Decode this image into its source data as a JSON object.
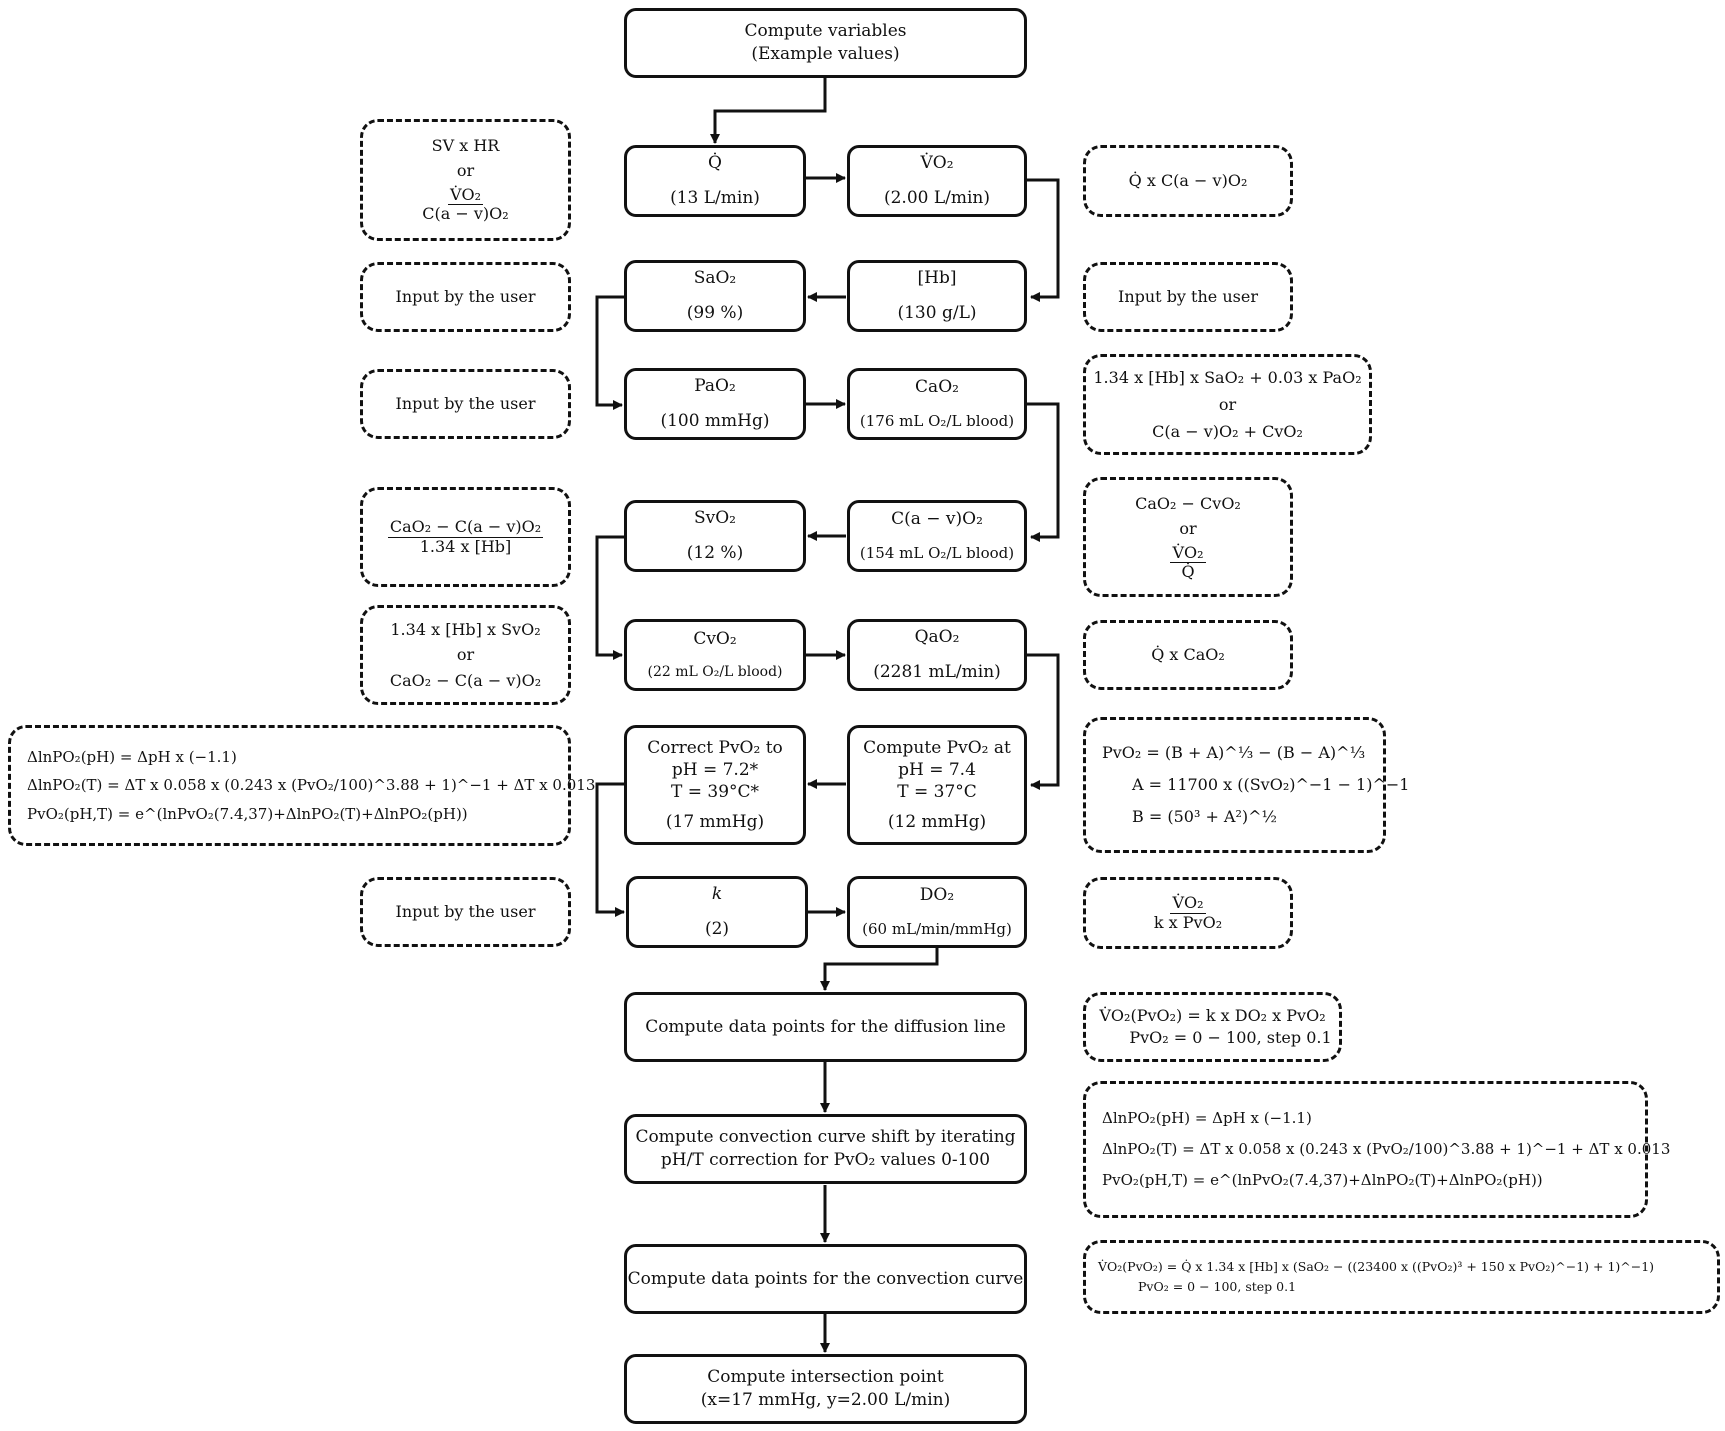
{
  "process": {
    "start": {
      "line1": "Compute variables",
      "line2": "(Example values)"
    },
    "q": {
      "name": "Q̇",
      "value": "(13 L/min)"
    },
    "vo2": {
      "name": "V̇O₂",
      "value": "(2.00 L/min)"
    },
    "sao2": {
      "name": "SaO₂",
      "value": "(99 %)"
    },
    "hb": {
      "name": "[Hb]",
      "value": "(130 g/L)"
    },
    "pao2": {
      "name": "PaO₂",
      "value": "(100 mmHg)"
    },
    "cao2": {
      "name": "CaO₂",
      "value": "(176 mL O₂/L blood)"
    },
    "svo2": {
      "name": "SvO₂",
      "value": "(12 %)"
    },
    "cav": {
      "name": "C(a − v)O₂",
      "value": "(154 mL O₂/L blood)"
    },
    "cvo2": {
      "name": "CvO₂",
      "value": "(22 mL O₂/L blood)"
    },
    "qao2": {
      "name": "QaO₂",
      "value": "(2281 mL/min)"
    },
    "correct": {
      "l1": "Correct PvO₂ to",
      "l2": "pH = 7.2*",
      "l3": "T = 39°C*",
      "value": "(17 mmHg)"
    },
    "compute_pvo2": {
      "l1": "Compute PvO₂ at",
      "l2": "pH = 7.4",
      "l3": "T = 37°C",
      "value": "(12 mmHg)"
    },
    "k": {
      "name": "k",
      "value": "(2)"
    },
    "do2": {
      "name": "DO₂",
      "value": "(60 mL/min/mmHg)"
    },
    "diffusion": {
      "text": "Compute data points for the diffusion line"
    },
    "shift": {
      "line1": "Compute convection curve shift by iterating",
      "line2": "pH/T correction for PvO₂ values 0-100"
    },
    "convection": {
      "text": "Compute data points for the convection curve"
    },
    "intersection": {
      "line1": "Compute intersection point",
      "line2": "(x=17 mmHg, y=2.00 L/min)"
    }
  },
  "formulas": {
    "q_formula": {
      "l1": "SV x HR",
      "or": "or",
      "num": "V̇O₂",
      "den": "C(a − v)O₂"
    },
    "vo2_formula": {
      "text": "Q̇ x C(a − v)O₂"
    },
    "sao2_input": {
      "text": "Input by the user"
    },
    "hb_input": {
      "text": "Input by the user"
    },
    "pao2_input": {
      "text": "Input by the user"
    },
    "cao2_formula": {
      "l1": "1.34 x [Hb] x SaO₂ + 0.03 x PaO₂",
      "or": "or",
      "l2": "C(a − v)O₂ + CvO₂"
    },
    "svo2_formula": {
      "num": "CaO₂ − C(a − v)O₂",
      "den": "1.34 x [Hb]"
    },
    "cav_formula": {
      "l1": "CaO₂ − CvO₂",
      "or": "or",
      "num": "V̇O₂",
      "den": "Q̇"
    },
    "cvo2_formula": {
      "l1": "1.34 x [Hb] x SvO₂",
      "or": "or",
      "l2": "CaO₂ − C(a − v)O₂"
    },
    "qao2_formula": {
      "text": "Q̇ x CaO₂"
    },
    "correct_formula": {
      "l1": "ΔlnPO₂(pH) = ΔpH x (−1.1)",
      "l2": "ΔlnPO₂(T) = ΔT x 0.058 x (0.243 x (PvO₂/100)^3.88 + 1)^−1 + ΔT x 0.013",
      "l3": "PvO₂(pH,T) = e^(lnPvO₂(7.4,37)+ΔlnPO₂(T)+ΔlnPO₂(pH))"
    },
    "compute_formula": {
      "l1": "PvO₂ = (B + A)^⅓ − (B − A)^⅓",
      "l2": "A = 11700 x ((SvO₂)^−1 − 1)^−1",
      "l3": "B = (50³ + A²)^½"
    },
    "k_input": {
      "text": "Input by the user"
    },
    "do2_formula": {
      "num": "V̇O₂",
      "den": "k x PvO₂"
    },
    "diffusion_formula": {
      "l1": "V̇O₂(PvO₂) = k x DO₂ x PvO₂",
      "l2": "PvO₂ = 0 − 100, step 0.1"
    },
    "shift_formula": {
      "l1": "ΔlnPO₂(pH) = ΔpH x (−1.1)",
      "l2": "ΔlnPO₂(T) = ΔT x 0.058 x (0.243 x (PvO₂/100)^3.88 + 1)^−1 + ΔT x 0.013",
      "l3": "PvO₂(pH,T) = e^(lnPvO₂(7.4,37)+ΔlnPO₂(T)+ΔlnPO₂(pH))"
    },
    "convection_formula": {
      "l1": "V̇O₂(PvO₂) = Q̇ x 1.34 x [Hb] x (SaO₂ − ((23400 x ((PvO₂)³ + 150 x PvO₂)^−1) + 1)^−1)",
      "l2": "PvO₂ = 0 − 100,  step 0.1"
    }
  }
}
